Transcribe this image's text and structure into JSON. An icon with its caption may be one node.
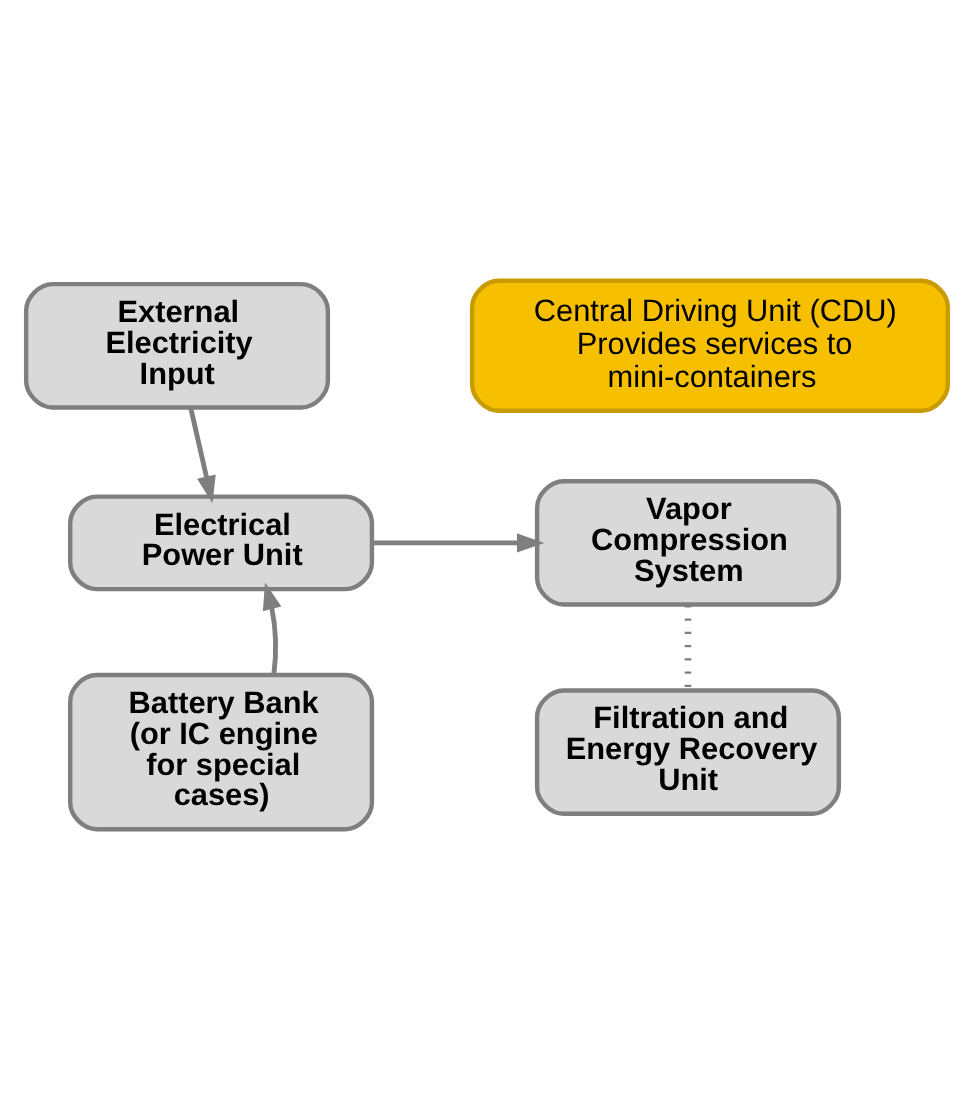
{
  "diagram": {
    "nodes": [
      {
        "text": [
          "Central Driving Unit (CDU)",
          "Provides services to mini-containers"
        ]
      },
      {
        "text": [
          "External Electricity Input"
        ]
      },
      {
        "text": [
          "Electrical Power Unit"
        ]
      },
      {
        "text": [
          "Vapor Compression System"
        ]
      },
      {
        "text": [
          "Battery Bank (or IC engine for special cases)"
        ]
      },
      {
        "text": [
          "Filtration and Energy Recovery Unit"
        ]
      }
    ],
    "edges": [
      {
        "from": 1,
        "to": 2,
        "arrow": "to"
      },
      {
        "from": 2,
        "to": 3,
        "arrow": "to"
      },
      {
        "from": 4,
        "to": 2,
        "arrow": "to"
      },
      {
        "from": 3,
        "to": 5,
        "arrow": "none",
        "style": "dashed"
      }
    ]
  }
}
